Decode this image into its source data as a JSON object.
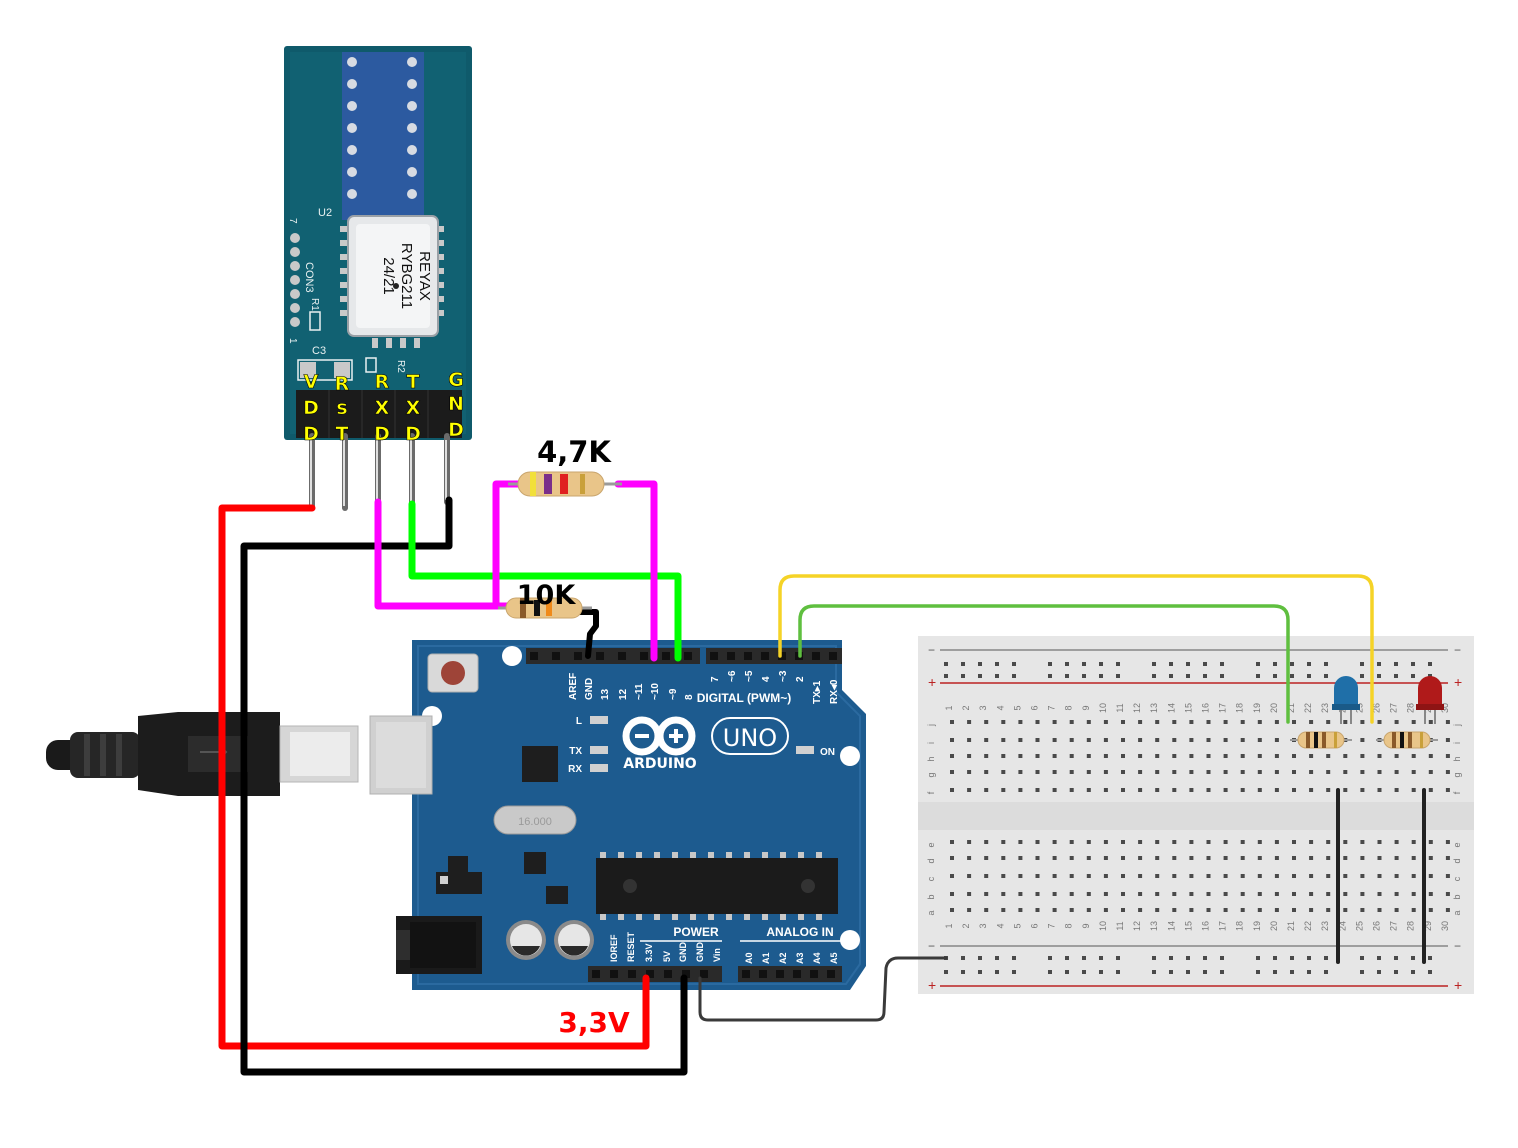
{
  "module": {
    "chip_lines": [
      "REYAX",
      "RYBG211",
      "24/21"
    ],
    "silk": {
      "u2": "U2",
      "con3": "CON3",
      "c3": "C3",
      "r1": "R1",
      "r2": "R2",
      "seven": "7",
      "one": "1"
    },
    "pins": [
      {
        "label": "VDD",
        "letters": [
          "V",
          "D",
          "D"
        ]
      },
      {
        "label": "RST",
        "letters": [
          "R",
          "s",
          "T"
        ]
      },
      {
        "label": "RXD",
        "letters": [
          "R",
          "X",
          "D"
        ]
      },
      {
        "label": "TXD",
        "letters": [
          "T",
          "X",
          "D"
        ]
      },
      {
        "label": "GND",
        "letters": [
          "G",
          "N",
          "D"
        ]
      }
    ]
  },
  "resistors": {
    "top_label": "4,7K",
    "bottom_label": "10K"
  },
  "voltage_label": "3,3V",
  "arduino": {
    "brand": "ARDUINO",
    "model": "UNO",
    "digital_label": "DIGITAL (PWM~)",
    "power_label": "POWER",
    "analog_label": "ANALOG IN",
    "on_label": "ON",
    "led_labels": [
      "L",
      "TX",
      "RX"
    ],
    "crystal_text": "16.000",
    "header_top_left": [
      "AREF",
      "GND",
      "13",
      "12",
      "~11",
      "~10",
      "~9",
      "8"
    ],
    "header_top_right": [
      "7",
      "~6",
      "~5",
      "4",
      "~3",
      "2",
      "TX▸1",
      "RX◂0"
    ],
    "header_power": [
      "IOREF",
      "RESET",
      "3.3V",
      "5V",
      "GND",
      "GND",
      "Vin"
    ],
    "header_analog": [
      "A0",
      "A1",
      "A2",
      "A3",
      "A4",
      "A5"
    ]
  },
  "breadboard": {
    "columns": [
      "1",
      "2",
      "3",
      "4",
      "5",
      "6",
      "7",
      "8",
      "9",
      "10",
      "11",
      "12",
      "13",
      "14",
      "15",
      "16",
      "17",
      "18",
      "19",
      "20",
      "21",
      "22",
      "23",
      "24",
      "25",
      "26",
      "27",
      "28",
      "29",
      "30"
    ],
    "rows_top": [
      "j",
      "i",
      "h",
      "g",
      "f"
    ],
    "rows_bottom": [
      "e",
      "d",
      "c",
      "b",
      "a"
    ],
    "rail_plus": "+",
    "rail_minus": "−"
  },
  "colors": {
    "wire_red": "#ff0000",
    "wire_black": "#000000",
    "wire_magenta": "#ff00ff",
    "wire_green": "#00ff00",
    "wire_yellow": "#f5d327",
    "wire_lightgreen": "#5fbf3f",
    "pin_label_yellow": "#ffff00",
    "arduino_blue": "#1d5b8f",
    "module_pcb": "#0f5a6b",
    "led_blue": "#1f6fa8",
    "led_red": "#b01a1a"
  }
}
